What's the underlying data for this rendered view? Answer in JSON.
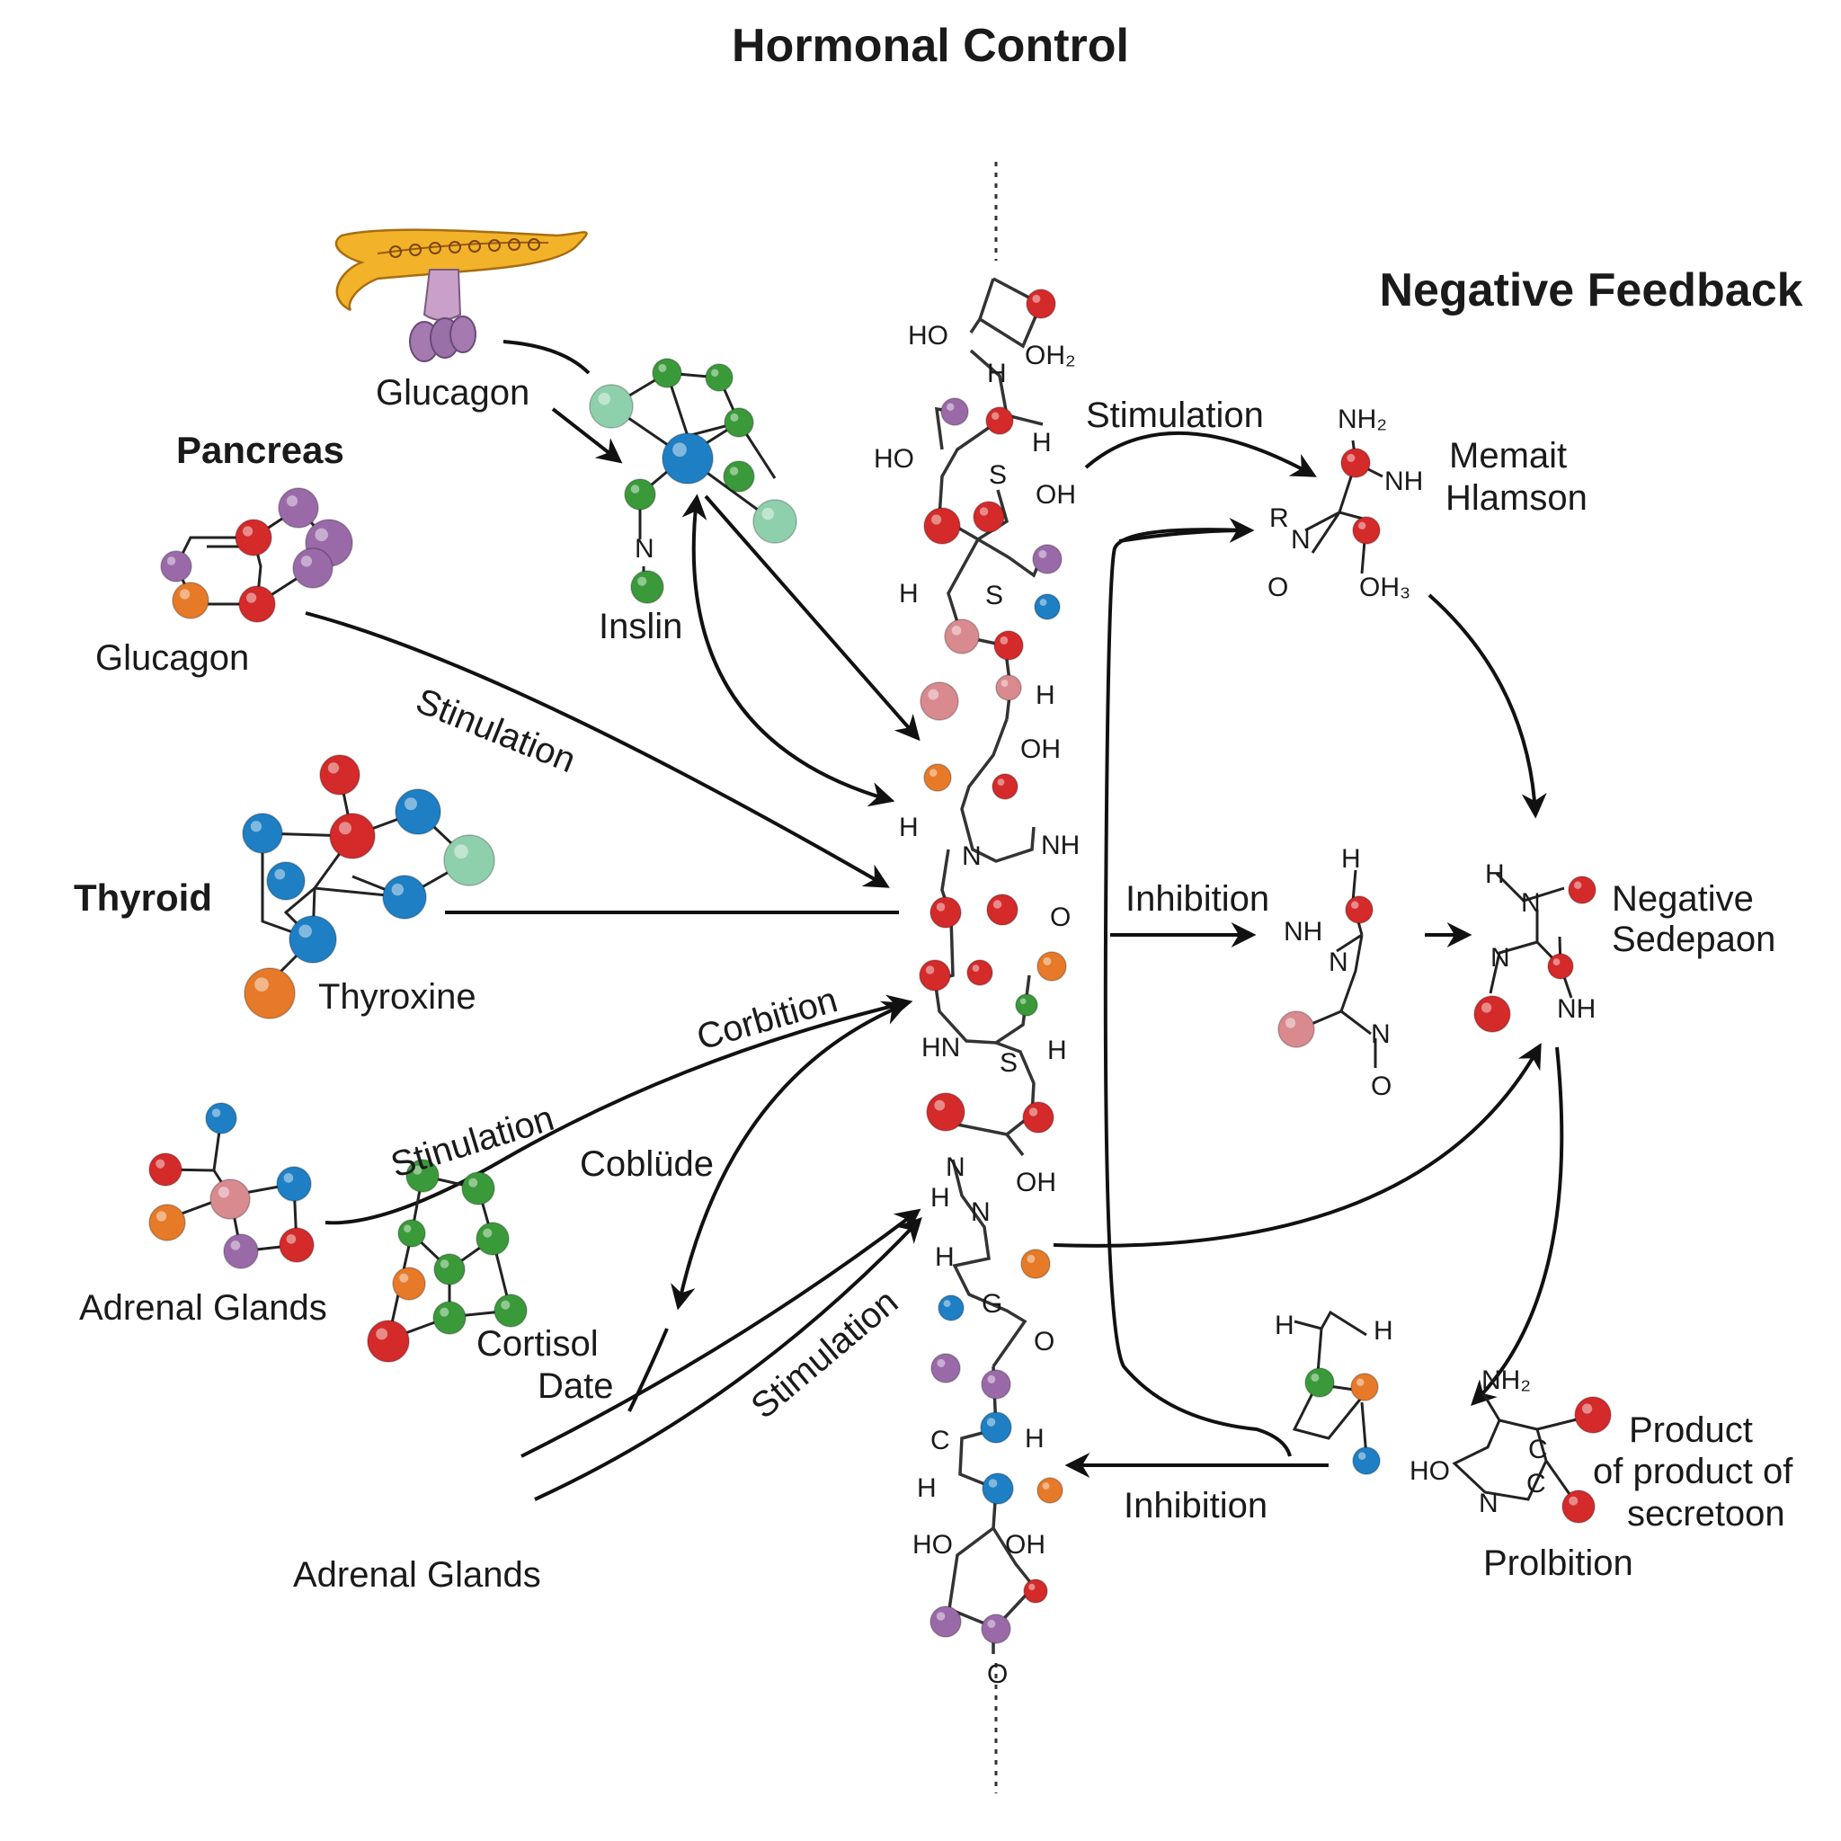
{
  "title": "Hormonal Control",
  "feedback_title": "Negative Feedback",
  "left": {
    "gland_glucagon": "Glucagon",
    "insulin": "Inslin",
    "pancreas": "Pancreas",
    "glucagon": "Glucagon",
    "stimulation_1": "Stinulation",
    "thyroid": "Thyroid",
    "thyroxine": "Thyroxine",
    "corbition": "Corbition",
    "stimulation_2": "Stinulation",
    "coblude": "Coblüde",
    "adrenal_1": "Adrenal Glands",
    "cortisol_line1": "Cortisol",
    "cortisol_line2": "Date",
    "stimulation_3": "Stimulation",
    "adrenal_2": "Adrenal Glands",
    "insulin_n": "N"
  },
  "right": {
    "stimulation": "Stimulation",
    "memait_line1": "Memait",
    "memait_line2": "Hlamson",
    "inhibition_1": "Inhibition",
    "negative_line1": "Negative",
    "negative_line2": "Sedepaon",
    "inhibition_2": "Inhibition",
    "product_line1": "Product",
    "product_line2": "of product of",
    "product_line3": "secretoon",
    "prolbition": "Prolbition"
  },
  "chem": {
    "c1": "HO",
    "c2": "OH₂",
    "c3": "H",
    "c4": "HO",
    "c5": "H",
    "c6": "S",
    "c7": "OH",
    "c8": "H",
    "c9": "S",
    "c10": "H",
    "c11": "OH",
    "c12": "H",
    "c13": "N",
    "c14": "NH",
    "c15": "O",
    "c16": "HN",
    "c17": "S",
    "c18": "H",
    "c19": "N",
    "c20": "OH",
    "c21": "H",
    "c22": "N",
    "c23": "H",
    "c24": "G",
    "c25": "O",
    "c26": "C",
    "c27": "H",
    "c28": "H",
    "c29": "HO",
    "c30": "OH",
    "c31": "O",
    "r1": "NH₂",
    "r2": "NH",
    "r3": "R",
    "r4": "N",
    "r5": "O",
    "r6": "OH₃",
    "r7": "H",
    "r8": "NH",
    "r9": "N",
    "r10": "N",
    "r11": "O",
    "r12": "H",
    "r13": "N",
    "r14": "N",
    "r15": "NH",
    "r16": "H",
    "r17": "H",
    "r18": "NH₂",
    "r19": "HO",
    "r20": "C",
    "r21": "N",
    "r22": "C"
  },
  "colors": {
    "red": "#d42a2a",
    "blue": "#1e7fc4",
    "green": "#3a9a3a",
    "purple": "#9a6aa8",
    "orange": "#e67a28",
    "pink": "#d98a8f",
    "mint": "#8fd0ac",
    "pancreas": "#f2b32a"
  }
}
